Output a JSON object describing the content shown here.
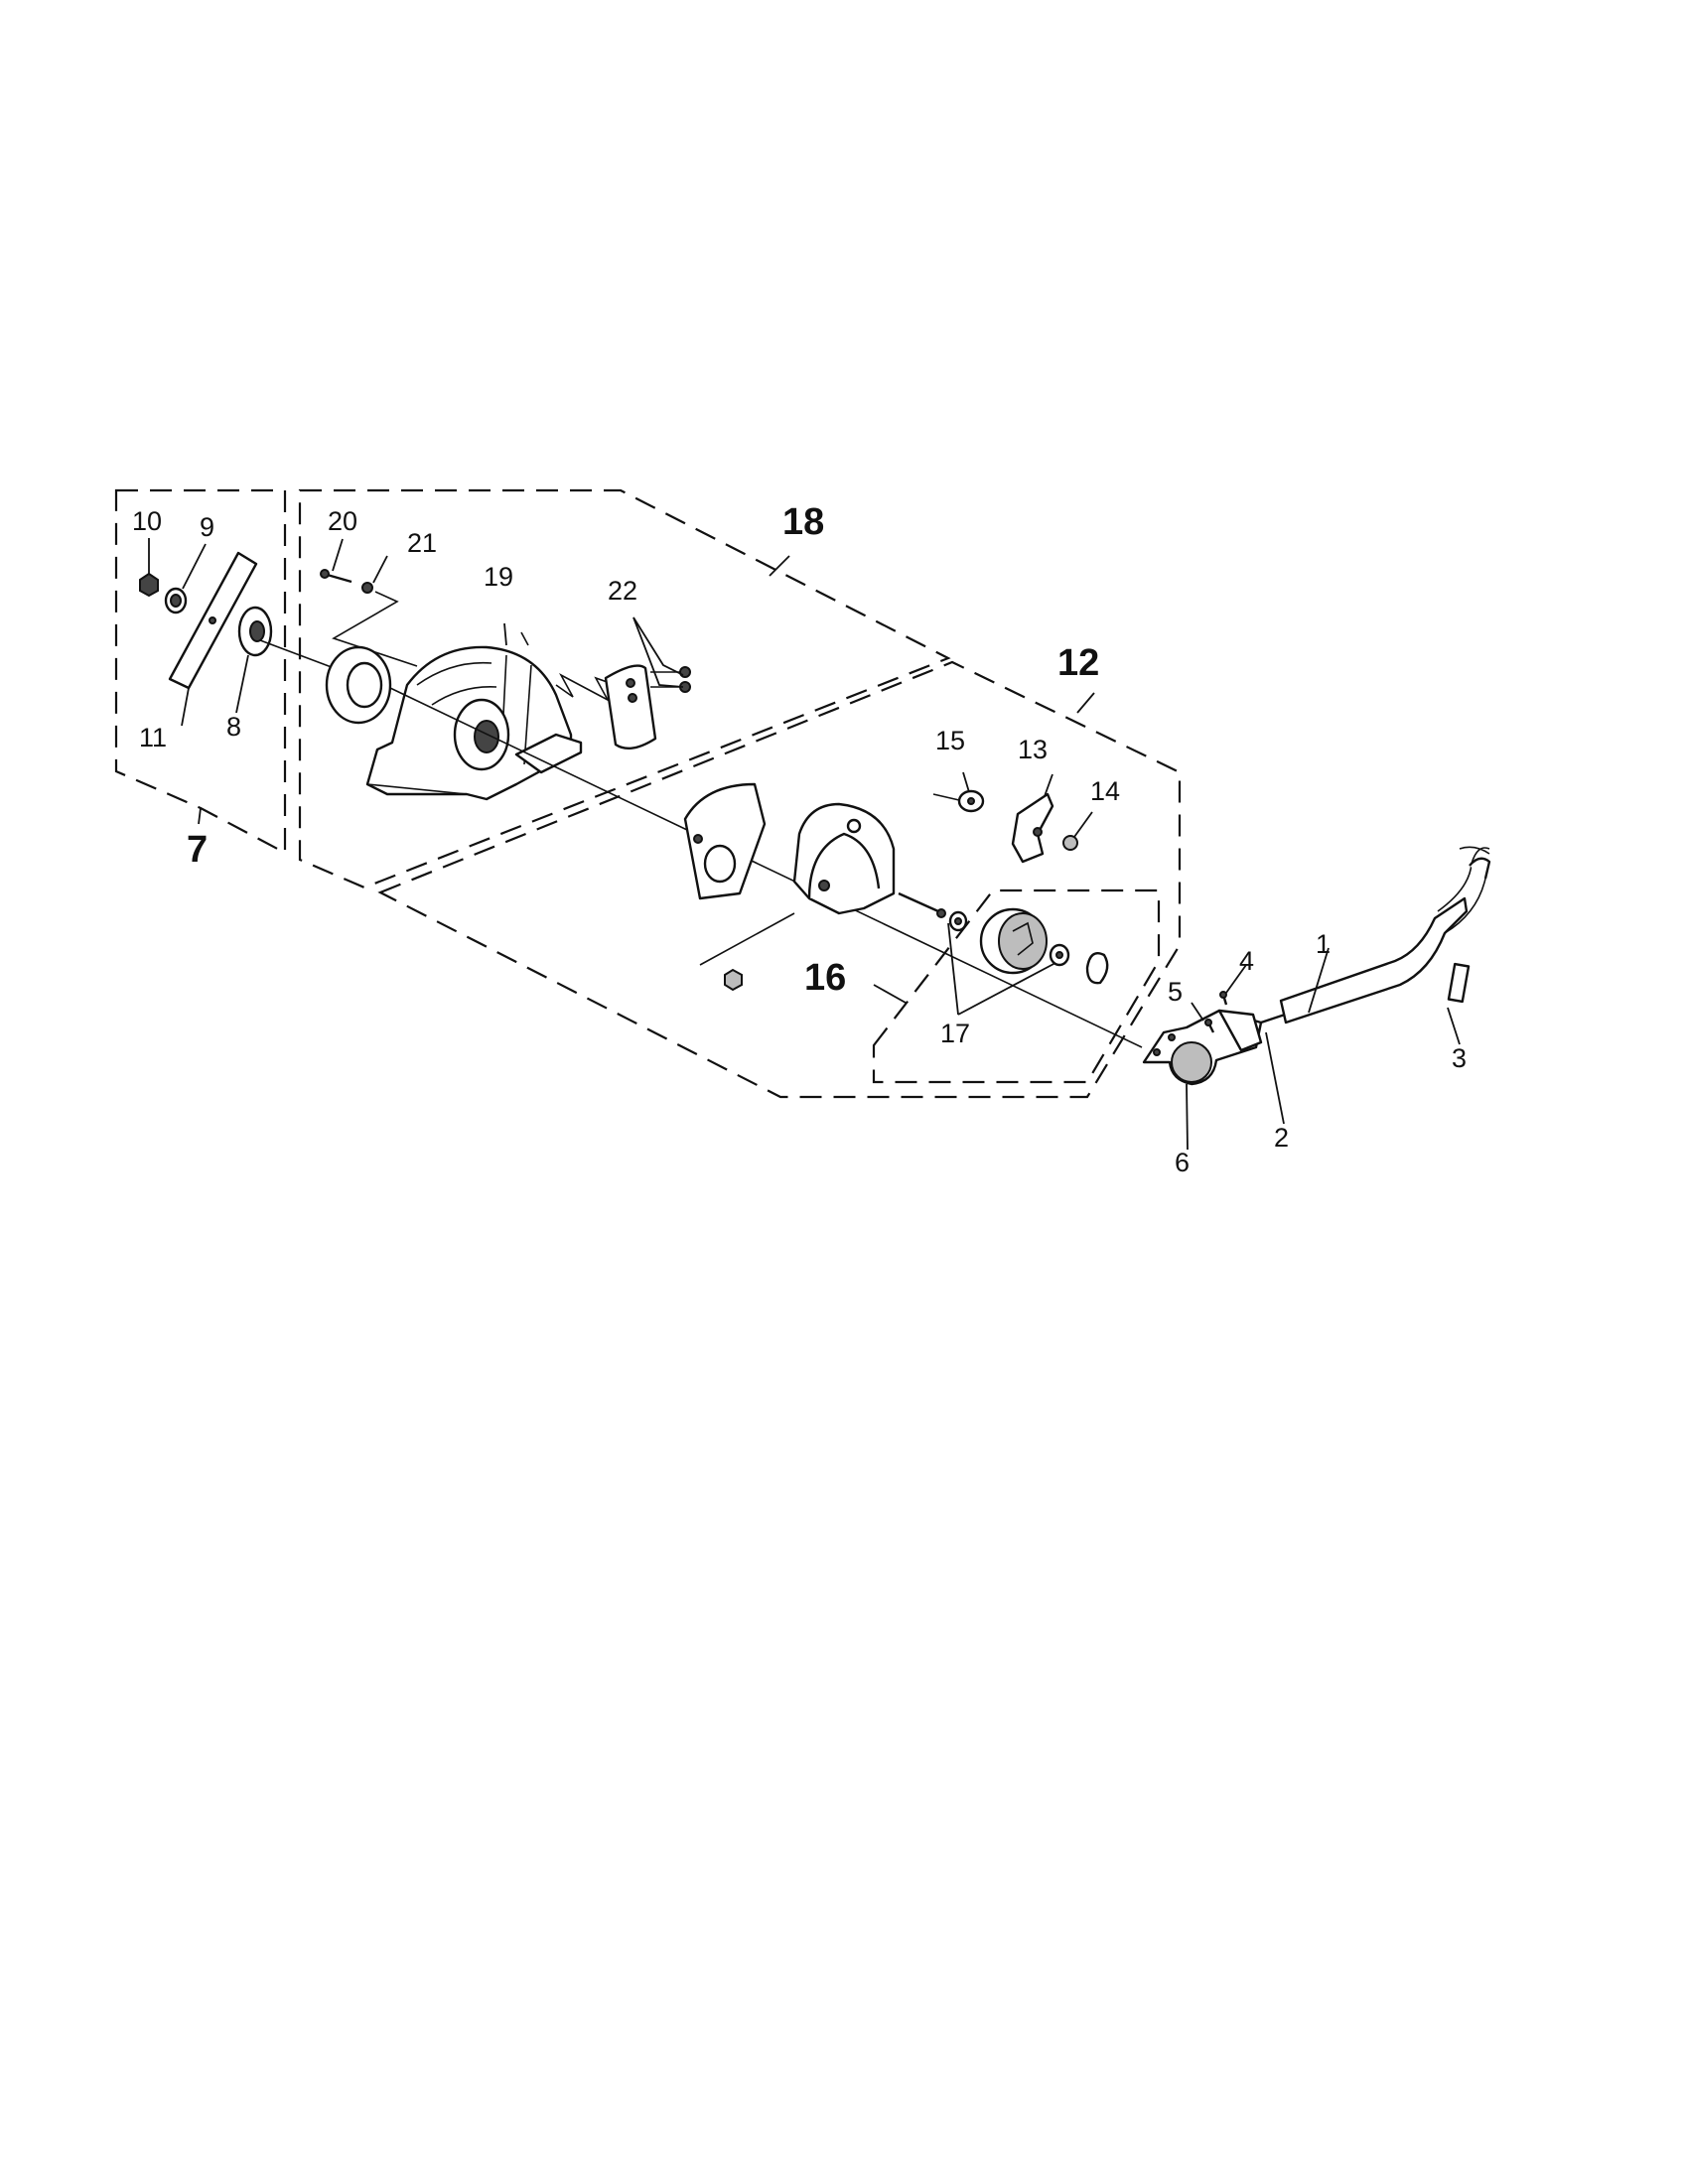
{
  "diagram": {
    "kind": "exploded-parts-view",
    "callouts": [
      "1",
      "2",
      "3",
      "4",
      "5",
      "6",
      "8",
      "9",
      "10",
      "11",
      "13",
      "14",
      "15",
      "17",
      "19",
      "20",
      "21",
      "22"
    ],
    "group_labels": [
      "7",
      "12",
      "16",
      "18"
    ]
  }
}
